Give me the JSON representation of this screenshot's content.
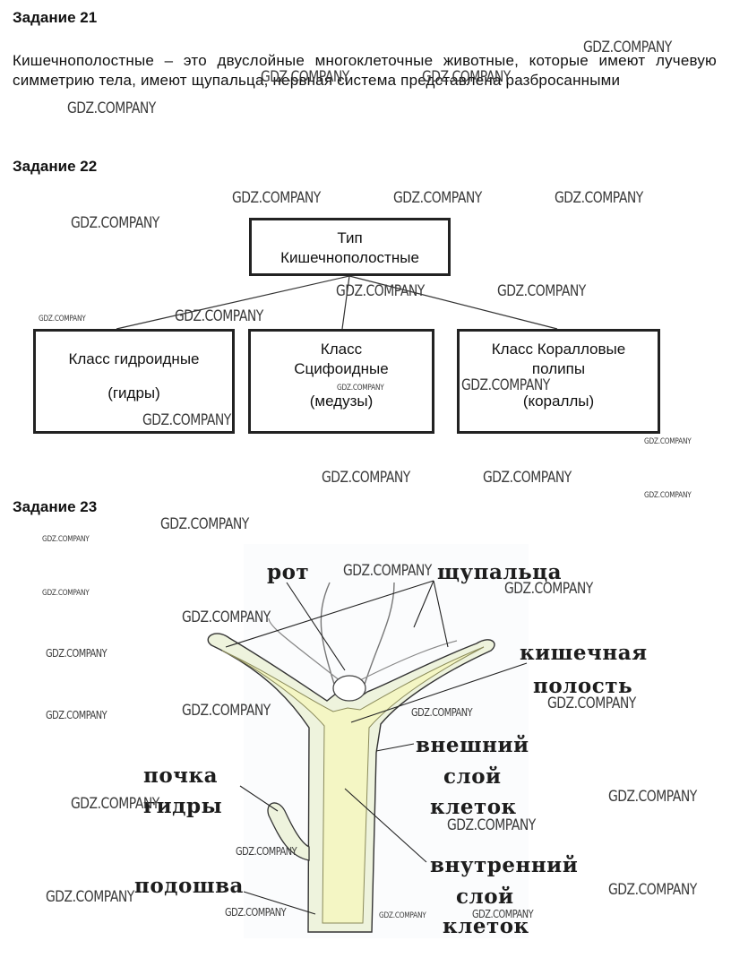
{
  "task21": {
    "heading": "Задание 21",
    "text": "Кишечнополостные – это двуслойные многоклеточные животные, которые имеют лучевую симметрию тела, имеют щупальца, нервная система представлена разбросанными"
  },
  "task22": {
    "heading": "Задание 22",
    "root": {
      "line1": "Тип",
      "line2": "Кишечнополостные"
    },
    "classes": [
      {
        "line1": "Класс гидроидные",
        "line2": "",
        "line3": "(гидры)"
      },
      {
        "line1": "Класс",
        "line2": "Сцифоидные",
        "line3": "(медузы)"
      },
      {
        "line1": "Класс Коралловые",
        "line2": "полипы",
        "line3": "(кораллы)"
      }
    ]
  },
  "task23": {
    "heading": "Задание 23",
    "labels": {
      "mouth": "рот",
      "tentacles": "щупальца",
      "cavity1": "кишечная",
      "cavity2": "полость",
      "outer1": "внешний",
      "outer2": "слой",
      "outer3": "клеток",
      "bud1": "почка",
      "bud2": "гидры",
      "inner1": "внутренний",
      "inner2": "слой",
      "inner3": "клеток",
      "sole": "подошва"
    }
  },
  "watermark": "GDZ.COMPANY"
}
